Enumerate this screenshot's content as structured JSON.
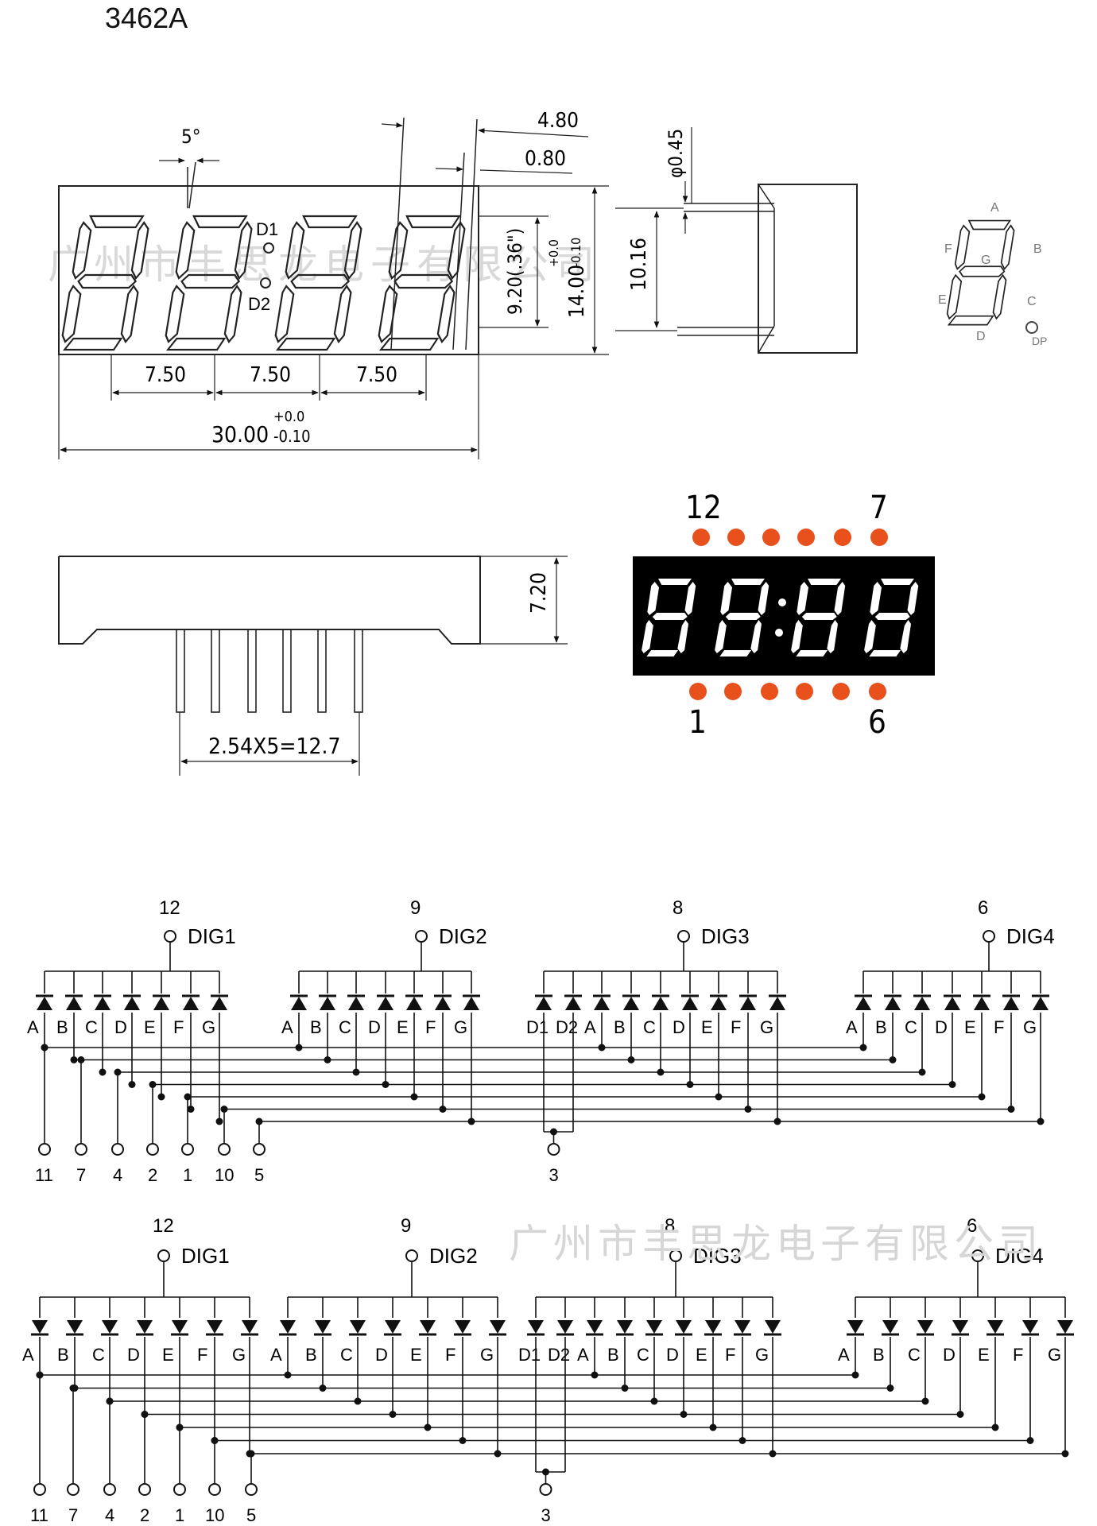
{
  "title": "3462A",
  "watermark": "广州市丰思龙电子有限公司",
  "front_view": {
    "angle": "5°",
    "dim_480": "4.80",
    "dim_080": "0.80",
    "dim_920": "9.20(.36\")",
    "dim_1400": "14.00",
    "tol_plus": "+0.0",
    "tol_minus": "-0.10",
    "pitch": "7.50",
    "width": "30.00",
    "width_tol_plus": "+0.0",
    "width_tol_minus": "-0.10",
    "d1": "D1",
    "d2": "D2"
  },
  "side_view": {
    "pin_dia": "φ0.45",
    "height": "10.16"
  },
  "segment_legend": {
    "a": "A",
    "b": "B",
    "c": "C",
    "d": "D",
    "e": "E",
    "f": "F",
    "g": "G",
    "dp": "DP"
  },
  "bottom_view": {
    "depth": "7.20",
    "pin_span": "2.54X5=12.7"
  },
  "pin_diagram": {
    "top_left": "12",
    "top_right": "7",
    "bottom_left": "1",
    "bottom_right": "6",
    "led_color": "#e8501c"
  },
  "schematic": {
    "digits": [
      {
        "pin": "12",
        "name": "DIG1"
      },
      {
        "pin": "9",
        "name": "DIG2"
      },
      {
        "pin": "8",
        "name": "DIG3"
      },
      {
        "pin": "6",
        "name": "DIG4"
      }
    ],
    "segment_labels": [
      "A",
      "B",
      "C",
      "D",
      "E",
      "F",
      "G"
    ],
    "colon_labels": [
      "D1",
      "D2"
    ],
    "segment_pins": [
      "11",
      "7",
      "4",
      "2",
      "1",
      "10",
      "5"
    ],
    "colon_pin": "3"
  }
}
